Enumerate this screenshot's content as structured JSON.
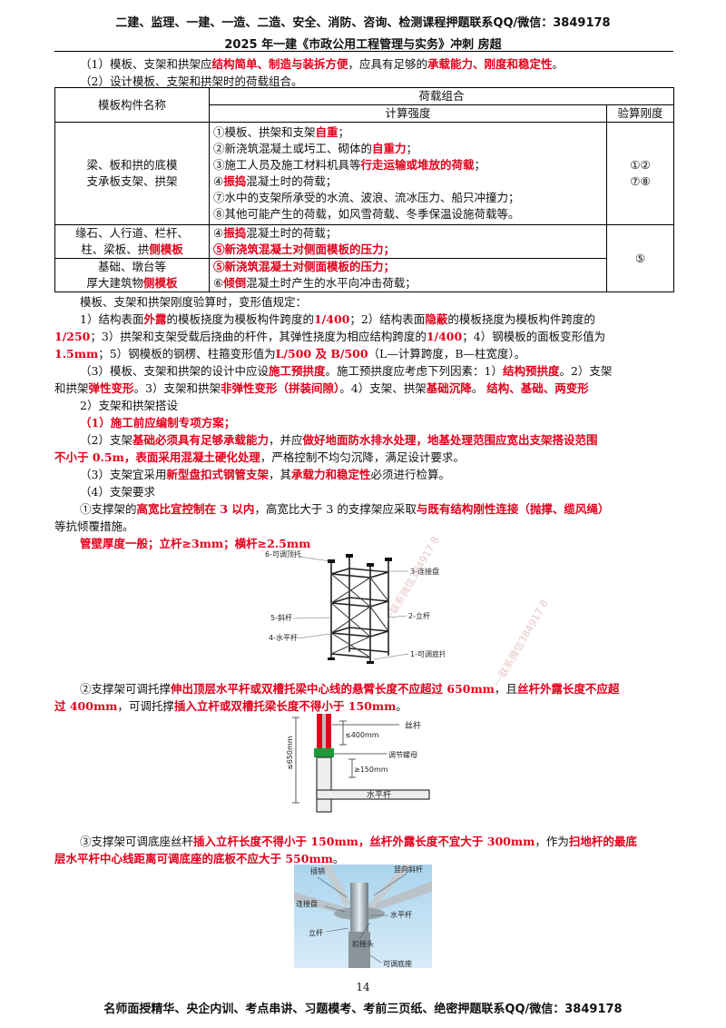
{
  "header": {
    "line1": "二建、监理、一建、一造、二造、安全、消防、咨询、检测课程押题联系QQ/微信：3849178",
    "line2": "2025 年一建《市政公用工程管理与实务》冲刺  房超"
  },
  "p1": {
    "a": "（1）模板、支架和拱架应",
    "b": "结构简单、制造与装拆方便",
    "c": "，应具有足够的",
    "d": "承载能力、刚度和稳定性",
    "e": "。"
  },
  "p2": "（2）设计模板、支架和拱架时的荷载组合。",
  "table": {
    "h_name": "模板构件名称",
    "h_combo": "荷载组合",
    "h_strength": "计算强度",
    "h_stiff": "验算刚度",
    "r1_name_1": "梁、板和拱的底模",
    "r1_name_2": "支承板支架、拱架",
    "r1_l1a": "①模板、拱架和支架",
    "r1_l1b": "自重",
    "r1_l1c": "；",
    "r1_l2a": "②新浇筑混凝土或圬工、砌体的",
    "r1_l2b": "自重力",
    "r1_l2c": "；",
    "r1_l3a": "③施工人员及施工材料机具等",
    "r1_l3b": "行走运输或堆放的荷载",
    "r1_l3c": "；",
    "r1_l4a": "④",
    "r1_l4b": "振捣",
    "r1_l4c": "混凝土时的荷载；",
    "r1_l5": "⑦水中的支架所承受的水流、波浪、流冰压力、船只冲撞力；",
    "r1_l6": "⑧其他可能产生的荷载，如风雪荷载、冬季保温设施荷载等。",
    "r1_stiff_1": "①②",
    "r1_stiff_2": "⑦⑧",
    "r2_name_1": "缘石、人行道、栏杆、",
    "r2_name_2a": "柱、梁板、拱",
    "r2_name_2b": "侧模板",
    "r2_l1a": "④",
    "r2_l1b": "振捣",
    "r2_l1c": "混凝土时的荷载；",
    "r2_l2": "⑤新浇筑混凝土对侧面模板的压力；",
    "r3_name_1": "基础、墩台等",
    "r3_name_2a": "厚大建筑物",
    "r3_name_2b": "侧模板",
    "r3_l1": "⑤新浇筑混凝土对侧面模板的压力；",
    "r3_l2a": "⑥",
    "r3_l2b": "倾倒",
    "r3_l2c": "混凝土时产生的水平向冲击荷载；",
    "r23_stiff": "⑤"
  },
  "deform": {
    "intro": "模板、支架和拱架刚度验算时，变形值规定：",
    "l1a": "1）结构表面",
    "l1b": "外露",
    "l1c": "的模板挠度为模板构件跨度的",
    "l1d": "1/400",
    "l1e": "；2）结构表面",
    "l1f": "隐蔽",
    "l1g": "的模板挠度为模板构件跨度的",
    "l2a": "1/250",
    "l2b": "；3）拱架和支架受载后挠曲的杆件，其弹性挠度为相应结构跨度的",
    "l2c": "1/400",
    "l2d": "；4）钢模板的面板变形值为",
    "l3a": "1.5mm",
    "l3b": "；5）钢模板的钢楞、柱箍变形值为",
    "l3c": "L/500 及 B/500",
    "l3d": "（L—计算跨度，B—柱宽度）。"
  },
  "p3": {
    "a": "（3）模板、支架和拱架的设计中应设",
    "b": "施工预拱度",
    "c": "。施工预拱度应考虑下列因素：1）",
    "d": "结构预拱度",
    "e": "。2）支架",
    "f": "和拱架",
    "g": "弹性变形",
    "h": "。3）支架和拱架",
    "i": "非弹性变形（拼装间隙）",
    "j": "。4）支架、拱架",
    "k": "基础沉降",
    "l": "。  ",
    "m": "结构、基础、两变形"
  },
  "s2": {
    "title": "2）支架和拱架搭设",
    "l1": "（1）施工前应编制专项方案；",
    "l2a": "（2）支架",
    "l2b": "基础必须具有足够承载能力",
    "l2c": "，并应",
    "l2d": "做好地面防水排水处理，地基处理范围应宽出支架搭设范围",
    "l3a": "不小于 0.5m，表面采用混凝土硬化处理",
    "l3b": "，严格控制不均匀沉降，满足设计要求。",
    "l4a": "（3）支架宜采用",
    "l4b": "新型盘扣式钢管支架",
    "l4c": "，其",
    "l4d": "承载力和稳定性",
    "l4e": "必须进行检算。",
    "l5": "（4）支架要求",
    "l6a": "①支撑架的",
    "l6b": "高宽比宜控制在 3 以内",
    "l6c": "，高宽比大于 3 的支撑架应采取",
    "l6d": "与既有结构刚性连接（抛撑、缆风绳）",
    "l7": "等抗倾覆措施。",
    "l8": "管壁厚度一般；立杆≥3mm；横杆≥2.5mm"
  },
  "fig1": {
    "lbl6": "6-可调顶托",
    "lbl3": "3-连接盘",
    "lbl5": "5-斜杆",
    "lbl2": "2-立杆",
    "lbl4": "4-水平杆",
    "lbl1": "1-可调底托"
  },
  "s3": {
    "l1a": "②支撑架可调托撑",
    "l1b": "伸出顶层水平杆或双槽托梁中心线的悬臂长度不应超过 650mm",
    "l1c": "，且",
    "l1d": "丝杆外露长度不应超",
    "l2a": "过 400mm",
    "l2b": "，可调托撑",
    "l2c": "插入立杆或双槽托梁长度不得小于 150mm",
    "l2d": "。"
  },
  "fig2": {
    "silk": "丝杆",
    "le400": "≤400mm",
    "nut": "调节螺母",
    "ge150": "≥150mm",
    "le650": "≤650mm",
    "hbar": "水平杆"
  },
  "s4": {
    "l1a": "③支撑架可调底座丝杆",
    "l1b": "插入立杆长度不得小于 150mm，丝杆外露长度不宜大于 300mm",
    "l1c": "，作为",
    "l1d": "扫地杆的最底",
    "l2a": "层水平杆中心线距离可调底座的底板不应大于 550mm",
    "l2b": "。"
  },
  "fig3": {
    "pin": "插销",
    "diag": "竖向斜杆",
    "disk": "连接盘",
    "hbar": "水平杆",
    "upright": "立杆",
    "joint": "扣接头",
    "base": "可调底座"
  },
  "page_number": "14",
  "footer": "名师面授精华、央企内训、考点串讲、习题模考、考前三页纸、绝密押题联系QQ/微信：3849178",
  "watermark": "一联系微信384917 8",
  "colors": {
    "emphasis": "#e3001b"
  }
}
